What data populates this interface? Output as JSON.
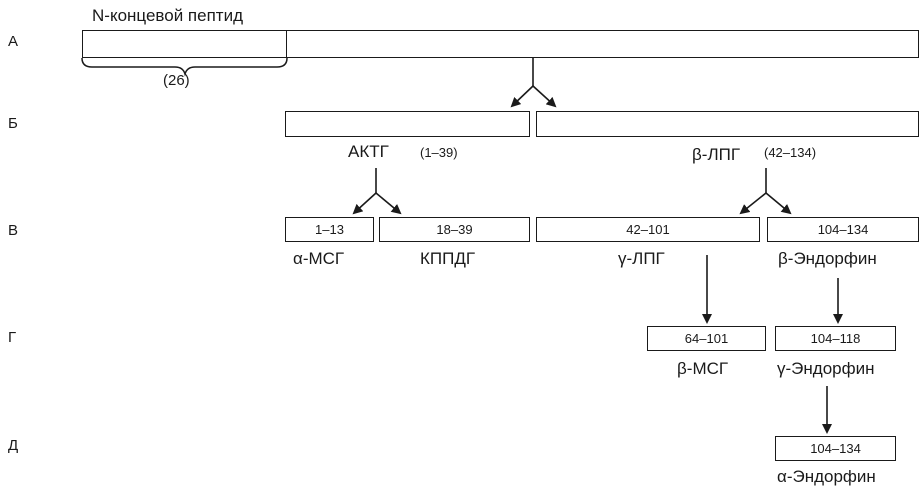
{
  "rows": [
    "А",
    "Б",
    "В",
    "Г",
    "Д"
  ],
  "n_terminal_label": "N-концевой пептид",
  "n_terminal_length": "(26)",
  "actg": {
    "label": "АКТГ",
    "range": "(1–39)"
  },
  "b_lpg": {
    "label": "β-ЛПГ",
    "range": "(42–134)"
  },
  "segments": {
    "a_msg": {
      "range": "1–13",
      "label": "α-МСГ"
    },
    "kppdg": {
      "range": "18–39",
      "label": "КППДГ"
    },
    "g_lpg": {
      "range": "42–101",
      "label": "γ-ЛПГ"
    },
    "b_endorphin": {
      "range": "104–134",
      "label": "β-Эндорфин"
    },
    "b_msg": {
      "range": "64–101",
      "label": "β-МСГ"
    },
    "g_endorphin": {
      "range": "104–118",
      "label": "γ-Эндорфин"
    },
    "a_endorphin": {
      "range": "104–134",
      "label": "α-Эндорфин"
    }
  }
}
